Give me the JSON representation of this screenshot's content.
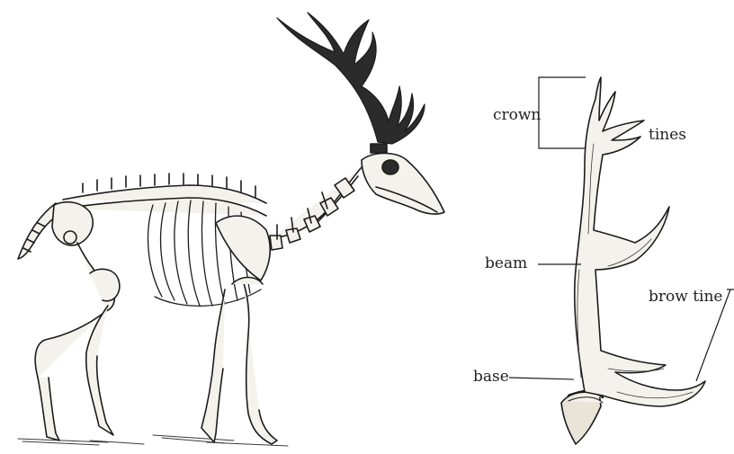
{
  "labels": {
    "crown": "crown",
    "tines": "tines",
    "beam": "beam",
    "brow_tine": "brow tine",
    "base": "base"
  },
  "colors": {
    "ink": "#1c1c1c",
    "shade": "#3a3a3a",
    "bone": "#f4f2ec",
    "paper": "#ffffff"
  }
}
